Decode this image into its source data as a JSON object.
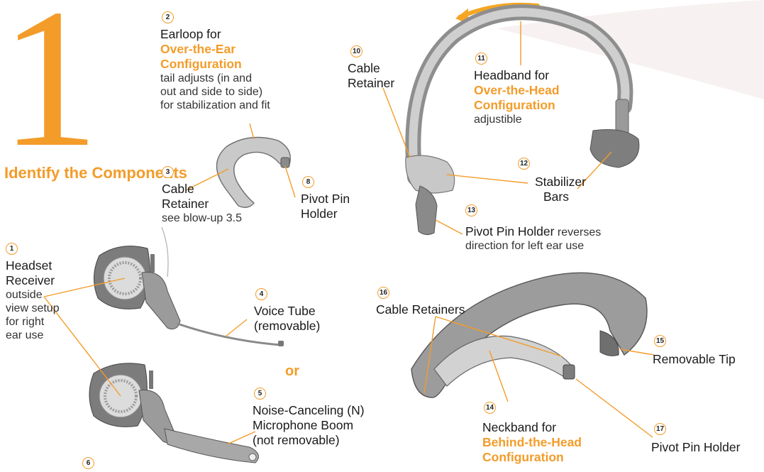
{
  "colors": {
    "accent": "#f39c2a",
    "leader": "#f39c2a",
    "part_dark": "#7a7a7a",
    "part_mid": "#a8a8a8",
    "part_light": "#d4d4d4"
  },
  "step": {
    "number": "1",
    "title_line1": "Identify the",
    "title_line2": "Components"
  },
  "or_text": "or",
  "parts": {
    "p1": {
      "num": "1",
      "line1": "Headset",
      "line2": "Receiver",
      "sub1": "outside",
      "sub2": "view setup",
      "sub3": "for right",
      "sub4": "ear use"
    },
    "p2": {
      "num": "2",
      "line1": "Earloop for",
      "hl1": "Over-the-Ear",
      "hl2": "Configuration",
      "sub1": "tail adjusts (in and",
      "sub2": "out and side to side)",
      "sub3": "for stabilization and fit"
    },
    "p3": {
      "num": "3",
      "line1": "Cable",
      "line2": "Retainer",
      "sub1": "see blow-up 3.5"
    },
    "p4": {
      "num": "4",
      "line1": "Voice Tube",
      "line2": "(removable)"
    },
    "p5": {
      "num": "5",
      "line1": "Noise-Canceling (N)",
      "line2": "Microphone Boom",
      "line3": "(not removable)"
    },
    "p6": {
      "num": "6"
    },
    "p8": {
      "num": "8",
      "line1": "Pivot Pin",
      "line2": "Holder"
    },
    "p10": {
      "num": "10",
      "line1": "Cable",
      "line2": "Retainer"
    },
    "p11": {
      "num": "11",
      "line1": "Headband for",
      "hl1": "Over-the-Head",
      "hl2": "Configuration",
      "sub1": "adjustible"
    },
    "p12": {
      "num": "12",
      "line1": "Stabilizer",
      "line2": "Bars"
    },
    "p13": {
      "num": "13",
      "line1": "Pivot Pin Holder",
      "line1b": " reverses",
      "line2": "direction for left ear use"
    },
    "p14": {
      "num": "14",
      "line1": "Neckband for",
      "hl1": "Behind-the-Head",
      "hl2": "Configuration"
    },
    "p15": {
      "num": "15",
      "line1": "Removable Tip"
    },
    "p16": {
      "num": "16",
      "line1": "Cable Retainers"
    },
    "p17": {
      "num": "17",
      "line1": "Pivot Pin Holder"
    }
  }
}
